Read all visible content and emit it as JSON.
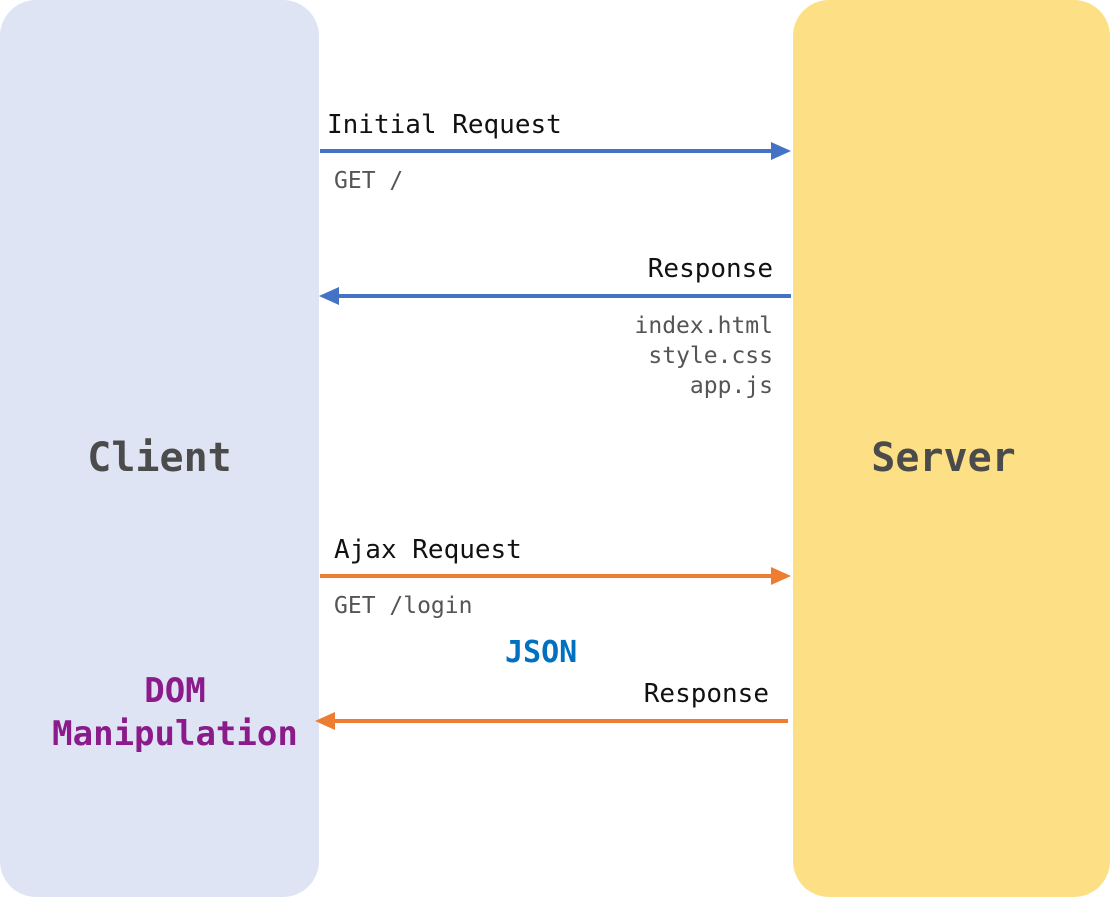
{
  "client": {
    "title": "Client"
  },
  "server": {
    "title": "Server"
  },
  "initial_request": {
    "label": "Initial Request",
    "detail": "GET /"
  },
  "initial_response": {
    "label": "Response",
    "files": [
      "index.html",
      "style.css",
      "app.js"
    ]
  },
  "ajax_request": {
    "label": "Ajax Request",
    "detail": "GET /login"
  },
  "ajax_response": {
    "label": "Response",
    "payload": "JSON"
  },
  "dom_manipulation": {
    "line1": "DOM",
    "line2": "Manipulation"
  },
  "colors": {
    "client_panel": "#dfe4f4",
    "server_panel": "#fddf86",
    "initial_arrows": "#4472c4",
    "ajax_arrows": "#ed7d31",
    "json_text": "#0070c0",
    "dom_text": "#8b1a8b"
  }
}
